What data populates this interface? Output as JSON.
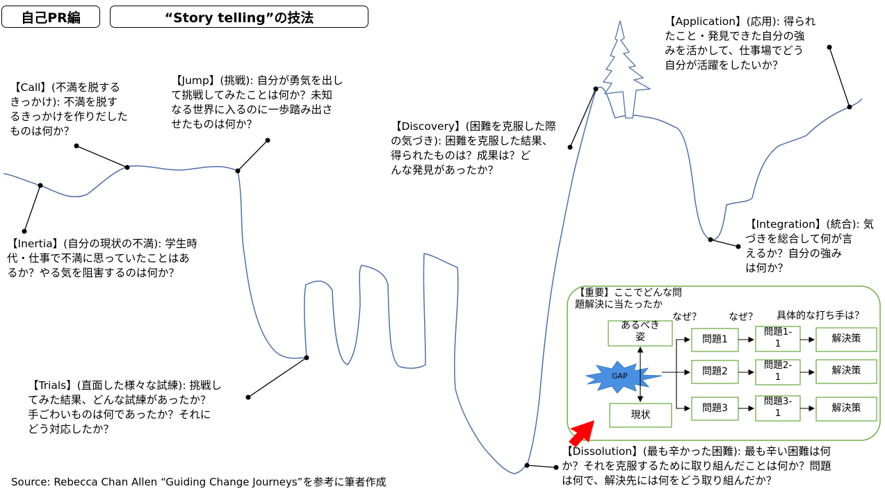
{
  "header": {
    "tag": "自己PR編",
    "title": "“Story telling”の技法"
  },
  "annotations": {
    "call": "【Call】(不満を脱する\nきっかけ): 不満を脱す\nるきっかけを作りだした\nものは何か？",
    "jump": "【Jump】(挑戦): 自分が勇気を出し\nて挑戦してみたことは何か？未知\nなる世界に入るのに一歩踏み出さ\nせたものは何か？",
    "inertia": "【Inertia】(自分の現状の不満): 学生時\n代・仕事で不満に思っていたことはあ\nるか？やる気を阻害するのは何か？",
    "trials": "【Trials】(直面した様々な試練): 挑戦し\nてみた結果、どんな試練があったか？\n手ごわいものは何であったか？それに\nどう対応したか？",
    "discovery": "【Discovery】(困難を克服した際\nの気づき): 困難を克服した結果、\n得られたものは？成果は？ど\nんな発見があったか？",
    "application": "【Application】(応用): 得られ\nたこと・発見できた自分の強\nみを活かして、仕事場でどう\n自分が活躍をしたいか？",
    "integration": "【Integration】(統合): 気\nづきを総合して何が言\nえるか？自分の強み\nは何か？",
    "dissolution": "【Dissolution】(最も辛かった困難): 最も辛い困難は何\nか？それを克服するために取り組んだことは何か？問題\nは何で、解決先には何をどう取り組んだか？"
  },
  "panel": {
    "heading": "【重要】ここでどんな問\n題解決に当たったか",
    "why1": "なぜ？",
    "why2": "なぜ？",
    "concrete": "具体的な打ち手は？",
    "ideal": "あるべき\n姿",
    "current": "現状",
    "gap": "GAP",
    "problems": [
      "問題1",
      "問題2",
      "問題3"
    ],
    "subproblems": [
      "問題1-\n1",
      "問題2-\n1",
      "問題3-\n1"
    ],
    "solution": "解決策"
  },
  "source": "Source: Rebecca Chan Allen “Guiding Change Journeys”を参考に筆者作成",
  "colors": {
    "path": "#4f6fa8",
    "panel_border": "#70ad47",
    "gap_star": "#4a90e2",
    "arrow": "#ff0000"
  }
}
